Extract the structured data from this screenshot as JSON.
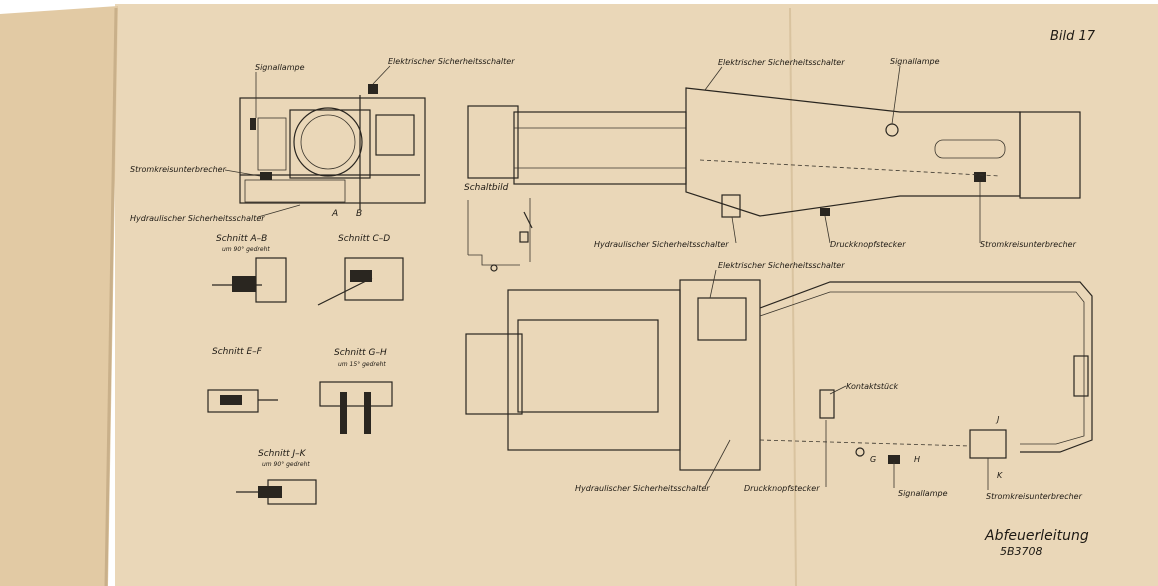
{
  "sheet": {
    "figure_no": "Bild 17",
    "title": "Abfeuerleitung",
    "drawing_no": "5B3708",
    "colors": {
      "paper": "#ead7b8",
      "paper_left": "#e2caa4",
      "ink": "#2a2620",
      "background": "#ffffff"
    }
  },
  "left_view": {
    "labels": {
      "signallampe": "Signallampe",
      "elektrischer": "Elektrischer Sicherheitsschalter",
      "stromkreis": "Stromkreisunterbrecher",
      "hydraulischer": "Hydraulischer Sicherheitsschalter"
    },
    "section_letters": {
      "a": "A",
      "b": "B"
    }
  },
  "sections": {
    "ab": {
      "title": "Schnitt A–B",
      "note": "um 90° gedreht"
    },
    "cd": {
      "title": "Schnitt C–D"
    },
    "ef": {
      "title": "Schnitt E–F"
    },
    "gh": {
      "title": "Schnitt G–H",
      "note": "um 15° gedreht"
    },
    "jk": {
      "title": "Schnitt J–K",
      "note": "um 90° gedreht"
    }
  },
  "schaltbild": {
    "title": "Schaltbild"
  },
  "top_view": {
    "labels": {
      "elektrischer": "Elektrischer Sicherheitsschalter",
      "signallampe": "Signallampe",
      "hydraulischer": "Hydraulischer Sicherheitsschalter",
      "druckknopf": "Druckknopfstecker",
      "stromkreis": "Stromkreisunterbrecher"
    }
  },
  "bottom_view": {
    "labels": {
      "elektrischer": "Elektrischer Sicherheitsschalter",
      "kontaktstueck": "Kontaktstück",
      "hydraulischer": "Hydraulischer Sicherheitsschalter",
      "druckknopf": "Druckknopfstecker",
      "signallampe": "Signallampe",
      "stromkreis": "Stromkreisunterbrecher"
    },
    "section_letters": {
      "g": "G",
      "h": "H",
      "j": "J",
      "k": "K"
    }
  }
}
